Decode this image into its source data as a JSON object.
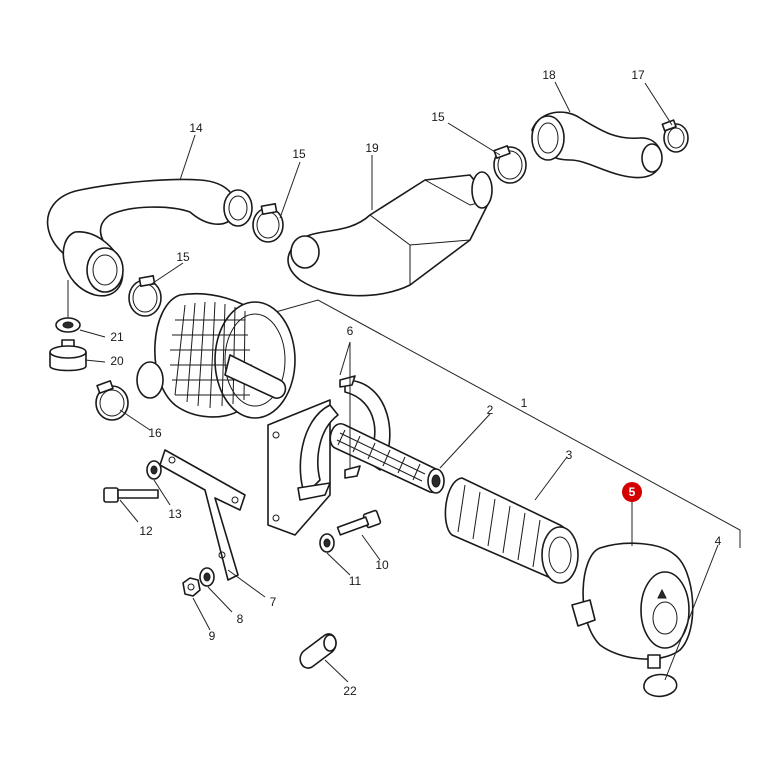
{
  "callouts": {
    "c1": "1",
    "c2": "2",
    "c3": "3",
    "c4": "4",
    "c5": "5",
    "c6": "6",
    "c7": "7",
    "c8": "8",
    "c9": "9",
    "c10": "10",
    "c11": "11",
    "c12": "12",
    "c13": "13",
    "c14": "14",
    "c15a": "15",
    "c15b": "15",
    "c15c": "15",
    "c16": "16",
    "c17": "17",
    "c18": "18",
    "c19": "19",
    "c20": "20",
    "c21": "21",
    "c22": "22"
  },
  "highlight": {
    "part": "5",
    "color": "#d40000"
  }
}
